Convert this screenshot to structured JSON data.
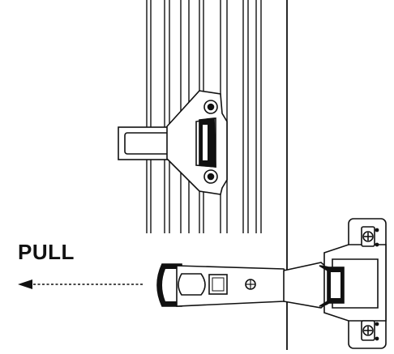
{
  "diagram": {
    "instruction_label": "PULL",
    "colors": {
      "ink": "#111111",
      "paper": "#ffffff"
    },
    "icons": [
      "door-profile",
      "mounting-plate",
      "hinge-arm",
      "hinge-cup",
      "screw",
      "pull-arrow"
    ]
  }
}
